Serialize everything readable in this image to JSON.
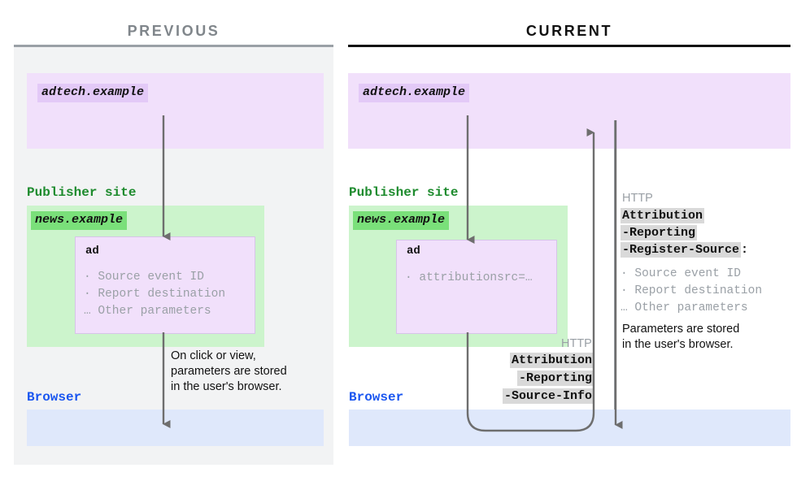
{
  "columns": {
    "previous": {
      "title": "PREVIOUS"
    },
    "current": {
      "title": "CURRENT"
    }
  },
  "previous": {
    "adtech_chip": "adtech.example",
    "publisher_label": "Publisher site",
    "news_chip": "news.example",
    "ad_title": "ad",
    "ad_params": "· Source event ID\n· Report destination\n… Other parameters",
    "note": "On click or view,\nparameters are stored\nin the user's browser.",
    "browser_label": "Browser"
  },
  "current": {
    "adtech_chip": "adtech.example",
    "publisher_label": "Publisher site",
    "news_chip": "news.example",
    "ad_title": "ad",
    "ad_params": "· attributionsrc=…",
    "browser_label": "Browser",
    "request_header": {
      "protocol": "HTTP",
      "line1": "Attribution",
      "line2": "-Reporting",
      "line3": "-Source-Info"
    },
    "response_header": {
      "protocol": "HTTP",
      "line1": "Attribution",
      "line2": "-Reporting",
      "line3": "-Register-Source",
      "colon": ":",
      "params": "· Source event ID\n· Report destination\n… Other parameters",
      "note": "Parameters are stored\nin the user's browser."
    }
  },
  "colors": {
    "purple_bg": "#f1e0fb",
    "purple_chip": "#e3c9f7",
    "green_bg": "#ccf4cc",
    "green_chip": "#7ae07a",
    "green_text": "#1e8b2e",
    "blue_bg": "#dfe8fb",
    "blue_text": "#1a56f0",
    "gray_panel": "#f2f3f4",
    "gray_text": "#9aa0a6",
    "arrow": "#6e6e6e",
    "highlight": "#d9d9d9"
  }
}
